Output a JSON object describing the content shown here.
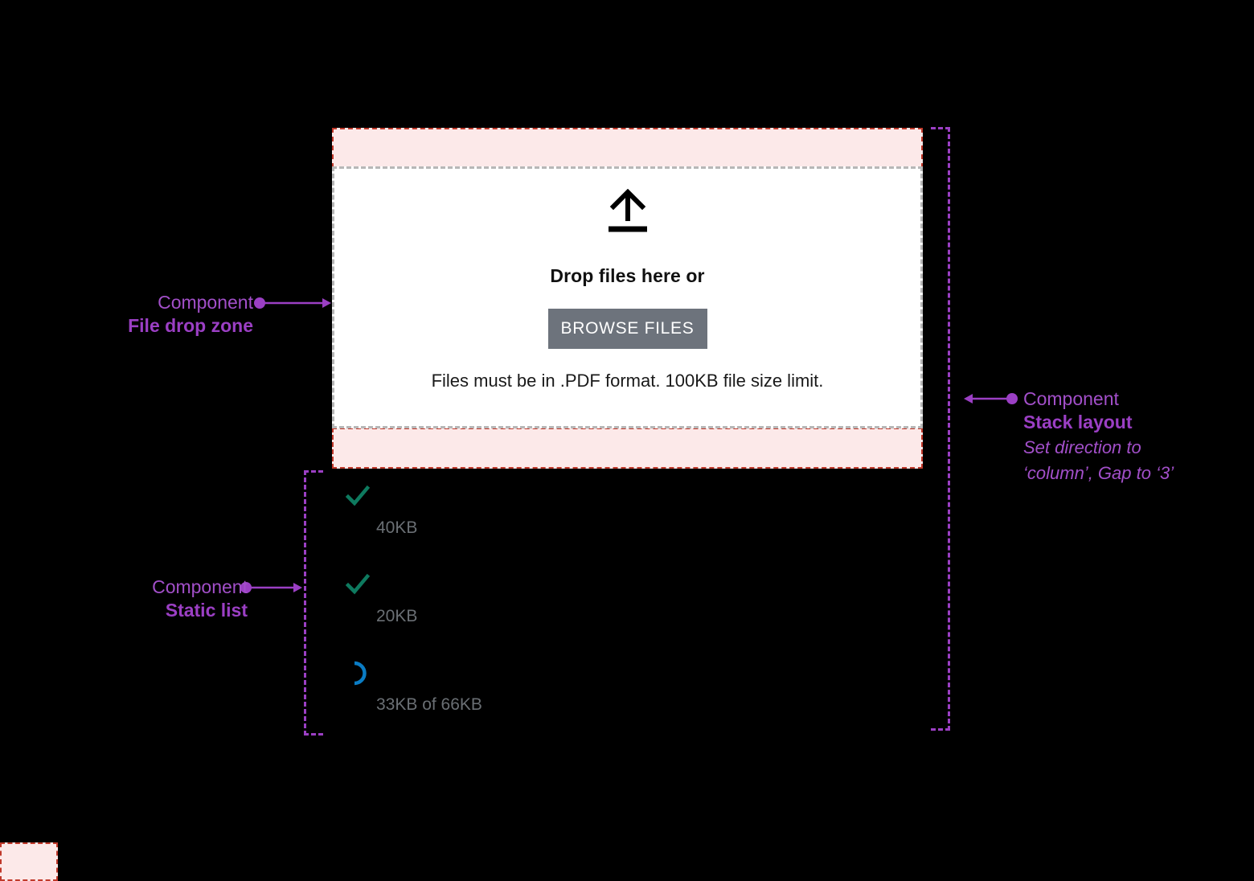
{
  "canvas": {
    "background": "#000000",
    "spacing_band_fill": "#fce9e9",
    "spacing_band_border": "#c0392b",
    "annotation_color": "#9b3fc4"
  },
  "drop_zone": {
    "icon": "upload-arrow-icon",
    "title": "Drop files here or",
    "button_label": "BROWSE FILES",
    "button_color": "#6d737c",
    "hint": "Files must be in .PDF format. 100KB file size limit.",
    "border_color": "#b7b7b7",
    "background": "#ffffff"
  },
  "file_list": {
    "items": [
      {
        "status_icon": "check-icon",
        "status_color": "#0e7a5f",
        "meta": "40KB"
      },
      {
        "status_icon": "check-icon",
        "status_color": "#0e7a5f",
        "meta": "20KB"
      },
      {
        "status_icon": "spinner-icon",
        "status_color": "#0a7cc4",
        "meta": "33KB of 66KB"
      }
    ]
  },
  "annotations": [
    {
      "id": "file-drop-zone",
      "kind": "Component",
      "name": "File drop zone",
      "note": ""
    },
    {
      "id": "static-list",
      "kind": "Component",
      "name": "Static list",
      "note": ""
    },
    {
      "id": "stack-layout",
      "kind": "Component",
      "name": "Stack layout",
      "note_line_1": "Set direction to",
      "note_line_2": "‘column’, Gap to ‘3’"
    }
  ]
}
